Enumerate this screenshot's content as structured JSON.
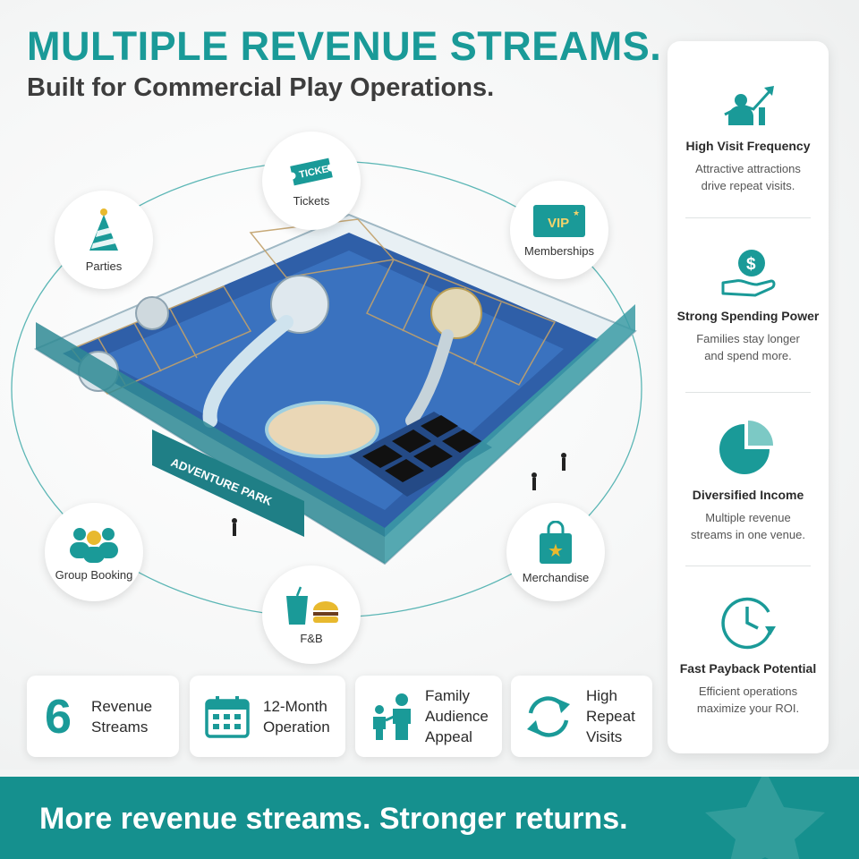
{
  "header": {
    "title": "MULTIPLE REVENUE STREAMS.",
    "subtitle": "Built for Commercial Play Operations."
  },
  "streams": {
    "tickets": {
      "label": "Tickets",
      "icon": "ticket-icon",
      "icon_text": "TICKET"
    },
    "memberships": {
      "label": "Memberships",
      "icon": "vip-card-icon",
      "icon_text": "VIP"
    },
    "parties": {
      "label": "Parties",
      "icon": "party-hat-icon"
    },
    "group_booking": {
      "label": "Group Booking",
      "icon": "group-icon"
    },
    "fnb": {
      "label": "F&B",
      "icon": "drink-burger-icon"
    },
    "merchandise": {
      "label": "Merchandise",
      "icon": "shopping-bag-icon"
    }
  },
  "park": {
    "entrance_sign": "ADVENTURE PARK",
    "image": "indoor-playground-illustration"
  },
  "benefits": [
    {
      "title": "High Visit Frequency",
      "text_line1": "Attractive attractions",
      "text_line2": "drive repeat visits.",
      "icon": "growth-chart-icon"
    },
    {
      "title": "Strong Spending Power",
      "text_line1": "Families stay longer",
      "text_line2": "and spend more.",
      "icon": "money-hand-icon"
    },
    {
      "title": "Diversified Income",
      "text_line1": "Multiple revenue",
      "text_line2": "streams in one venue.",
      "icon": "pie-chart-icon"
    },
    {
      "title": "Fast Payback Potential",
      "text_line1": "Efficient operations",
      "text_line2": "maximize your ROI.",
      "icon": "clock-arrow-icon"
    }
  ],
  "stats": [
    {
      "value": "6",
      "line1": "Revenue",
      "line2": "Streams"
    },
    {
      "line1": "12-Month",
      "line2": "Operation",
      "icon": "calendar-icon"
    },
    {
      "line1": "Family",
      "line2": "Audience",
      "line3": "Appeal",
      "icon": "family-icon"
    },
    {
      "line1": "High",
      "line2": "Repeat",
      "line3": "Visits",
      "icon": "repeat-arrows-icon"
    }
  ],
  "footer": {
    "tagline": "More revenue streams. Stronger returns."
  },
  "colors": {
    "accent": "#1a9a98",
    "footer_bg": "#15908e",
    "gold": "#e8b92e"
  }
}
